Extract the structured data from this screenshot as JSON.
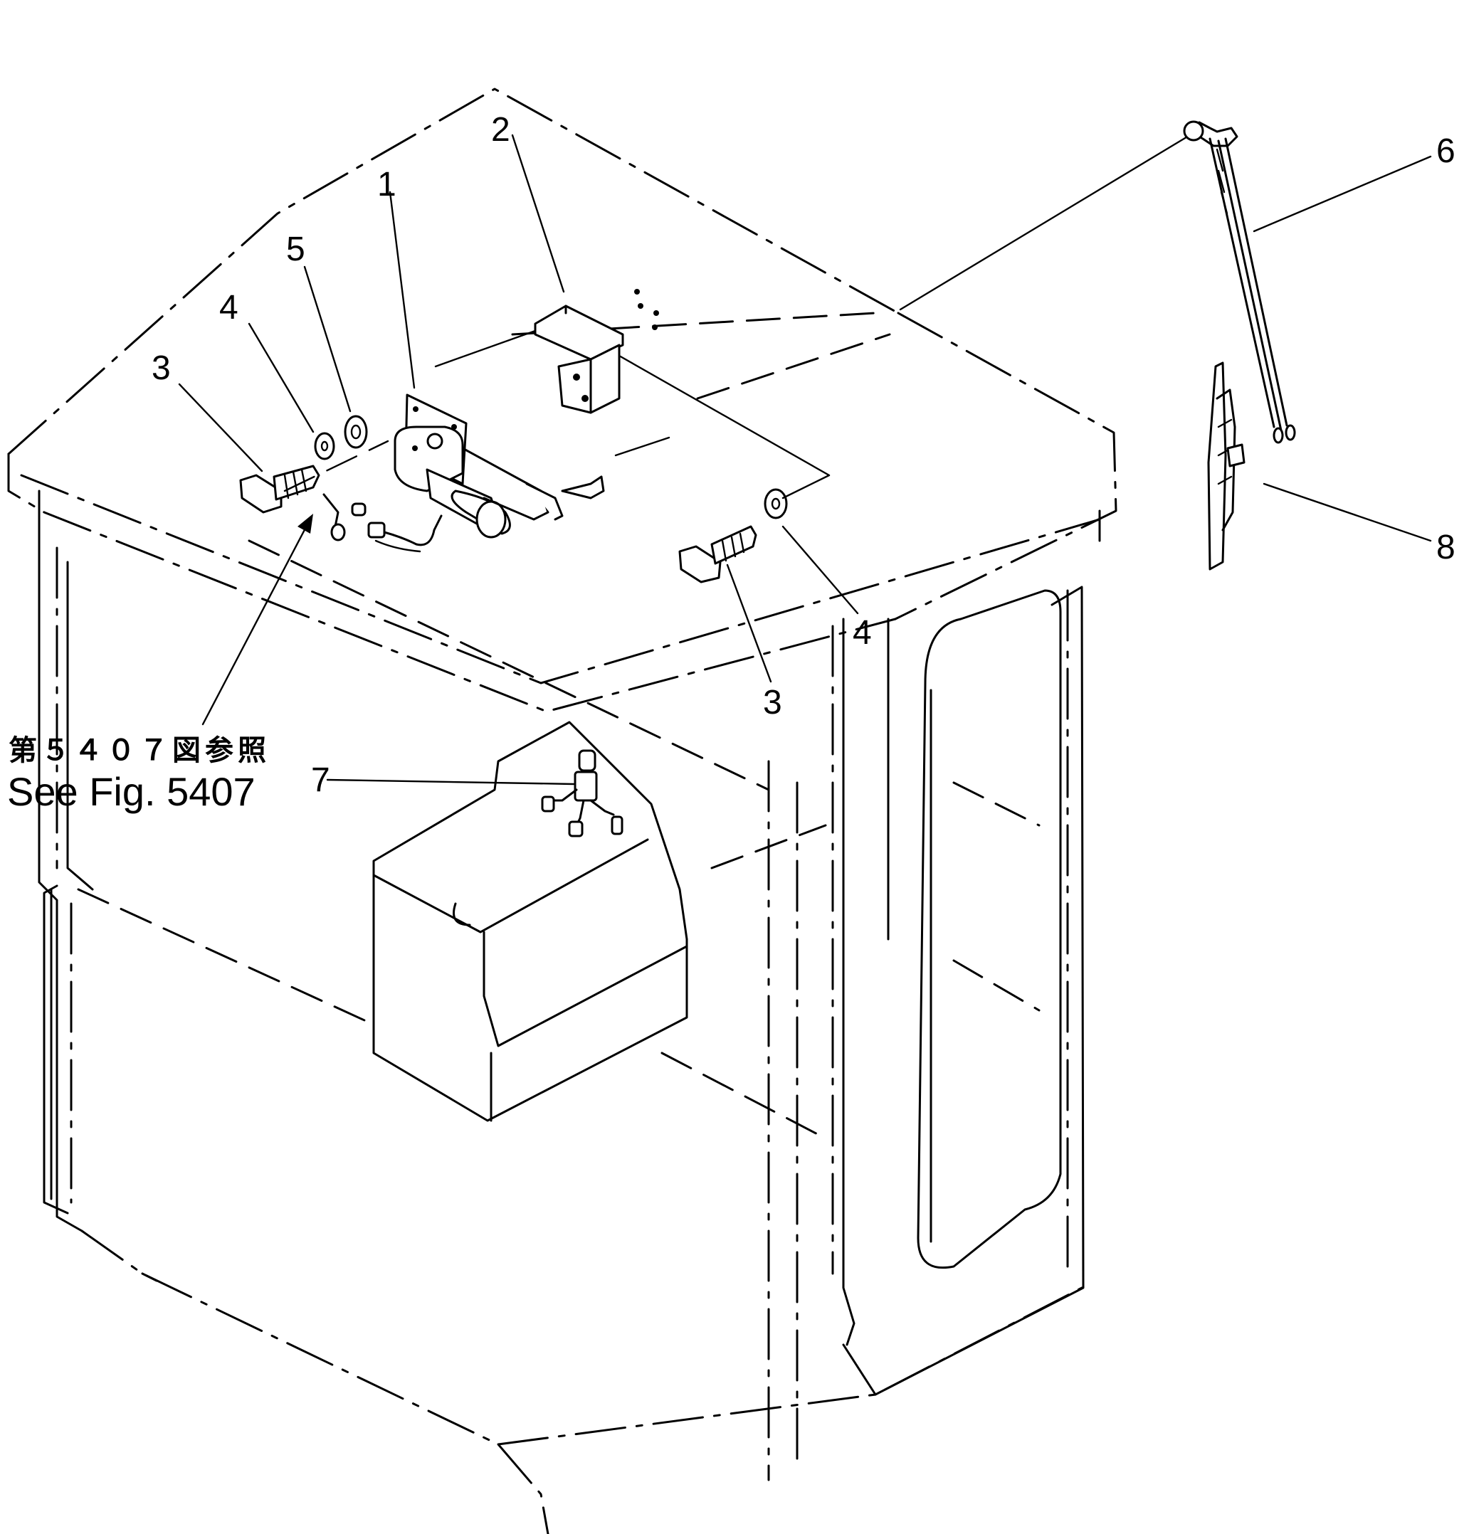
{
  "callouts": {
    "c1": "1",
    "c2": "2",
    "c3a": "3",
    "c3b": "3",
    "c4a": "4",
    "c4b": "4",
    "c5": "5",
    "c6": "6",
    "c7": "7",
    "c8": "8"
  },
  "reference": {
    "japanese": "第５４０７図参照",
    "english": "See Fig. 5407"
  }
}
